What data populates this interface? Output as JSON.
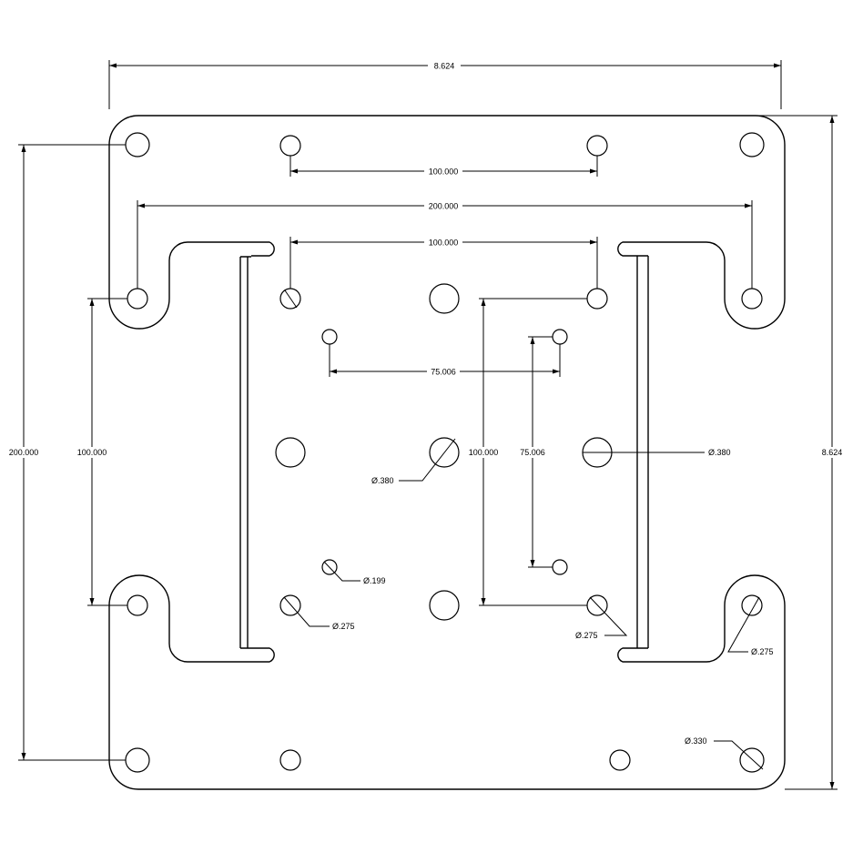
{
  "drawing": {
    "dimensions": {
      "overall_width": "8.624",
      "overall_height": "8.624",
      "top_spacing": "100.000",
      "upper_wide": "200.000",
      "inner_top": "100.000",
      "inner_75_h": "75.006",
      "left_200": "200.000",
      "left_100": "100.000",
      "center_100": "100.000",
      "center_75": "75.006"
    },
    "callouts": {
      "d380_center": "Ø.380",
      "d380_right": "Ø.380",
      "d199": "Ø.199",
      "d275_left": "Ø.275",
      "d275_mid": "Ø.275",
      "d275_right": "Ø.275",
      "d330": "Ø.330"
    }
  }
}
